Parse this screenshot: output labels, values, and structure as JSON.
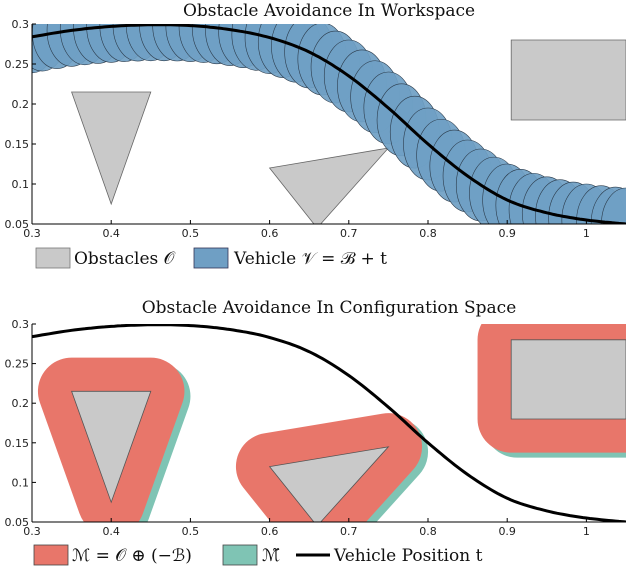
{
  "chart_data": [
    {
      "type": "line",
      "title": "Obstacle Avoidance In Workspace",
      "xlim": [
        0.3,
        1.05
      ],
      "ylim": [
        0.05,
        0.3
      ],
      "x_ticks": [
        "0.3",
        "0.4",
        "0.5",
        "0.6",
        "0.7",
        "0.8",
        "0.9",
        "1"
      ],
      "y_ticks": [
        "0.3",
        "0.25",
        "0.2",
        "0.15",
        "0.1",
        "0.05"
      ],
      "grid": false,
      "legend_placement": "bottom",
      "legend": [
        "Obstacles 𝒪",
        "Vehicle 𝒱 = ℬ + t"
      ],
      "colors": {
        "obstacle": "#c9c9c9",
        "vehicle": "#6f9fc4",
        "path": "#000000"
      },
      "path": {
        "x": [
          0.3,
          0.35,
          0.4,
          0.45,
          0.5,
          0.55,
          0.6,
          0.65,
          0.7,
          0.75,
          0.8,
          0.85,
          0.9,
          0.95,
          1.0,
          1.05
        ],
        "y": [
          0.284,
          0.292,
          0.297,
          0.299,
          0.298,
          0.293,
          0.283,
          0.265,
          0.235,
          0.195,
          0.15,
          0.11,
          0.08,
          0.064,
          0.055,
          0.05
        ]
      },
      "obstacles": [
        {
          "shape": "triangle",
          "points": [
            [
              0.35,
              0.215
            ],
            [
              0.45,
              0.215
            ],
            [
              0.4,
              0.075
            ]
          ]
        },
        {
          "shape": "triangle",
          "points": [
            [
              0.6,
              0.12
            ],
            [
              0.75,
              0.145
            ],
            [
              0.66,
              0.045
            ]
          ]
        },
        {
          "shape": "rectangle",
          "points": [
            [
              0.905,
              0.28
            ],
            [
              1.05,
              0.28
            ],
            [
              1.05,
              0.18
            ],
            [
              0.905,
              0.18
            ]
          ]
        }
      ],
      "vehicle_radius": 0.05
    },
    {
      "type": "line",
      "title": "Obstacle Avoidance In Configuration Space",
      "xlim": [
        0.3,
        1.05
      ],
      "ylim": [
        0.05,
        0.3
      ],
      "x_ticks": [
        "0.3",
        "0.4",
        "0.5",
        "0.6",
        "0.7",
        "0.8",
        "0.9",
        "1"
      ],
      "y_ticks": [
        "0.3",
        "0.25",
        "0.2",
        "0.15",
        "0.1",
        "0.05"
      ],
      "grid": false,
      "legend_placement": "bottom",
      "legend": [
        "ℳ = 𝒪 ⊕ (−ℬ)",
        "ℳ̃",
        "Vehicle Position t"
      ],
      "colors": {
        "minkowski": "#e8766a",
        "approx": "#7fc4b4",
        "obstacle": "#c9c9c9",
        "path": "#000000"
      },
      "path": {
        "x": [
          0.3,
          0.35,
          0.4,
          0.45,
          0.5,
          0.55,
          0.6,
          0.65,
          0.7,
          0.75,
          0.8,
          0.85,
          0.9,
          0.95,
          1.0,
          1.05
        ],
        "y": [
          0.284,
          0.292,
          0.297,
          0.299,
          0.298,
          0.293,
          0.283,
          0.265,
          0.235,
          0.195,
          0.15,
          0.11,
          0.08,
          0.064,
          0.055,
          0.05
        ]
      },
      "obstacles": [
        {
          "shape": "triangle",
          "points": [
            [
              0.35,
              0.215
            ],
            [
              0.45,
              0.215
            ],
            [
              0.4,
              0.075
            ]
          ]
        },
        {
          "shape": "triangle",
          "points": [
            [
              0.6,
              0.12
            ],
            [
              0.75,
              0.145
            ],
            [
              0.66,
              0.045
            ]
          ]
        },
        {
          "shape": "rectangle",
          "points": [
            [
              0.905,
              0.28
            ],
            [
              1.05,
              0.28
            ],
            [
              1.05,
              0.18
            ],
            [
              0.905,
              0.18
            ]
          ]
        }
      ],
      "inflation_radius": 0.05
    }
  ]
}
